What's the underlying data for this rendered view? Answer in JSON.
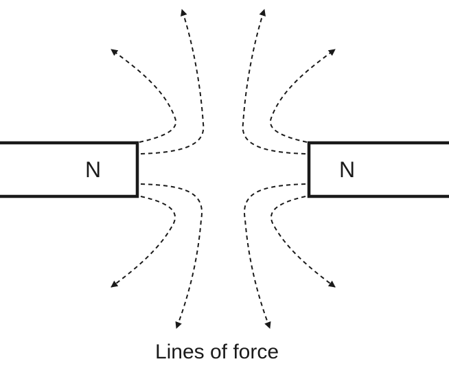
{
  "magnets": [
    {
      "pole_label": "N",
      "side": "left"
    },
    {
      "pole_label": "N",
      "side": "right"
    }
  ],
  "caption": "Lines of force",
  "colors": {
    "ink": "#1a1a1a",
    "background": "#ffffff"
  }
}
